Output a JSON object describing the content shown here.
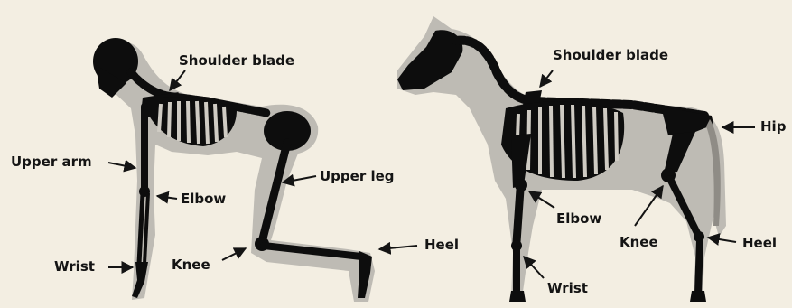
{
  "diagram": {
    "panels": [
      {
        "subject": "human-on-all-fours",
        "labels": {
          "shoulder_blade": "Shoulder blade",
          "upper_arm": "Upper arm",
          "elbow": "Elbow",
          "upper_leg": "Upper leg",
          "wrist": "Wrist",
          "knee": "Knee",
          "heel": "Heel"
        }
      },
      {
        "subject": "horse",
        "labels": {
          "shoulder_blade": "Shoulder blade",
          "hip": "Hip",
          "elbow": "Elbow",
          "knee": "Knee",
          "heel": "Heel",
          "wrist": "Wrist"
        }
      }
    ],
    "colors": {
      "paper": "#f3eee2",
      "body_shadow": "#b4b1ab",
      "bone": "#0d0d0d",
      "rib_gap": "#cfcbc3",
      "label": "#141414"
    }
  }
}
